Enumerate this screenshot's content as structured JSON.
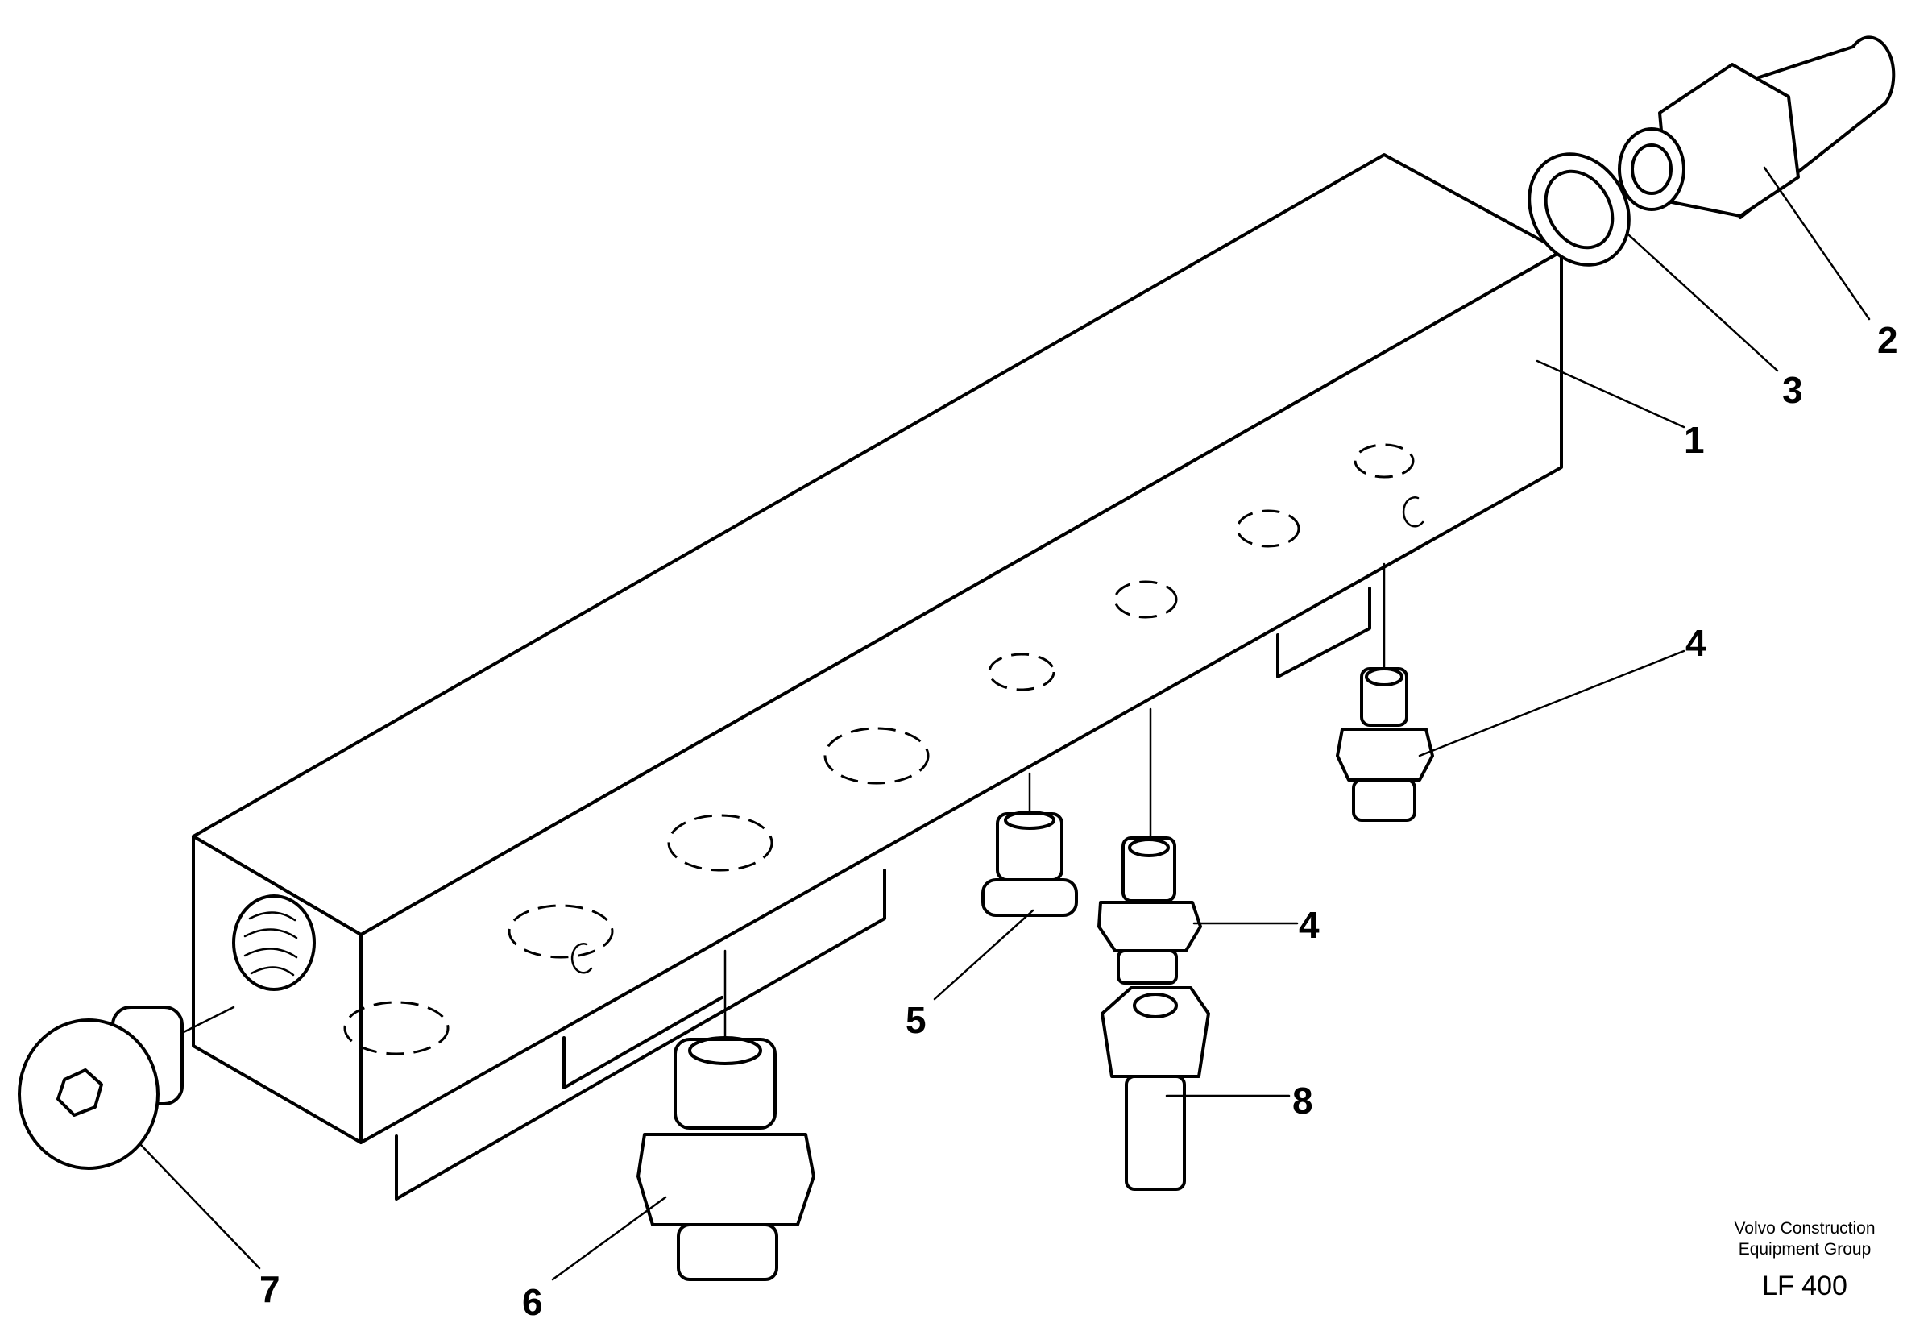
{
  "callouts": {
    "c1": "1",
    "c2": "2",
    "c3": "3",
    "c4a": "4",
    "c4b": "4",
    "c5": "5",
    "c6": "6",
    "c7": "7",
    "c8": "8"
  },
  "footer": {
    "publisher_line1": "Volvo Construction",
    "publisher_line2": "Equipment Group",
    "sheet_code": "LF 400"
  }
}
